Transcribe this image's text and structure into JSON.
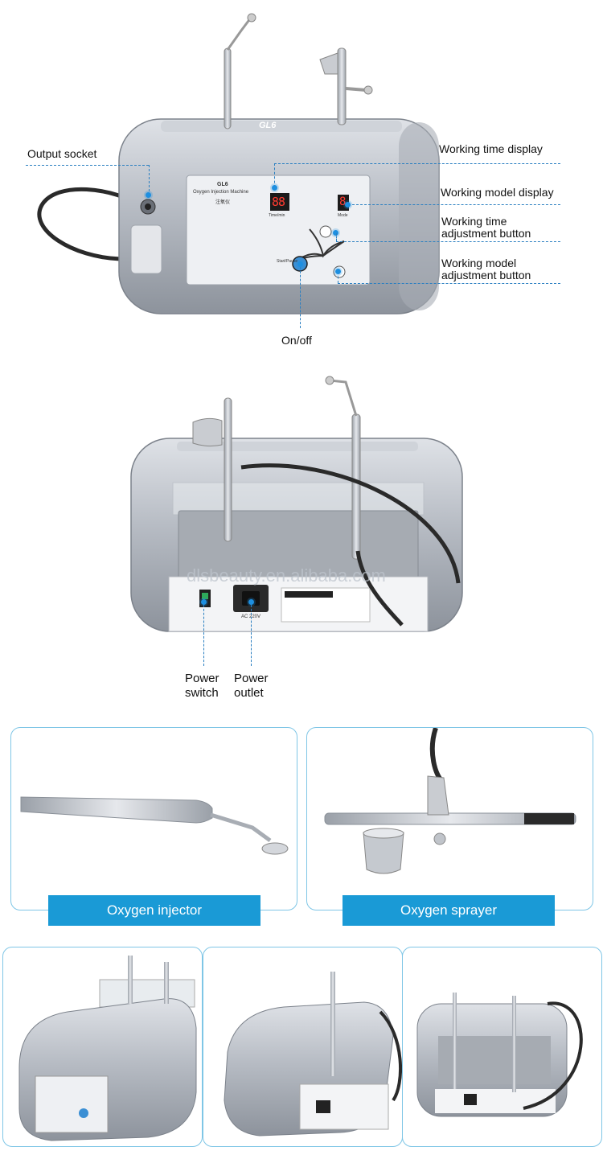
{
  "front_view": {
    "machine_logo": "GL6",
    "panel_title": "GL6",
    "panel_subtitle": "Oxygen Injection Machine",
    "panel_chinese": "注氧仪",
    "time_display_value": "88",
    "time_caption": "Time/min",
    "mode_display_value": "8",
    "mode_caption": "Mode",
    "start_caption": "Start/Pause",
    "callouts": {
      "output_socket": "Output socket",
      "working_time_display": "Working time display",
      "working_model_display": "Working model display",
      "working_time_adjustment": "Working time\nadjustment button",
      "working_model_adjustment": "Working model\nadjustment button",
      "on_off": "On/off"
    }
  },
  "rear_view": {
    "watermark": "dlsbeauty.en.alibaba.com",
    "voltage_label": "AC 220V",
    "power_switch_label": "Power\nswitch",
    "power_outlet_label": "Power\noutlet"
  },
  "accessories": [
    {
      "caption": "Oxygen injector"
    },
    {
      "caption": "Oxygen sprayer"
    }
  ],
  "colors": {
    "accent": "#1a9ad6",
    "callout_line": "#2a7fc1",
    "panel_border": "#7fc6e6",
    "machine_silver": "#b8bcc4"
  }
}
